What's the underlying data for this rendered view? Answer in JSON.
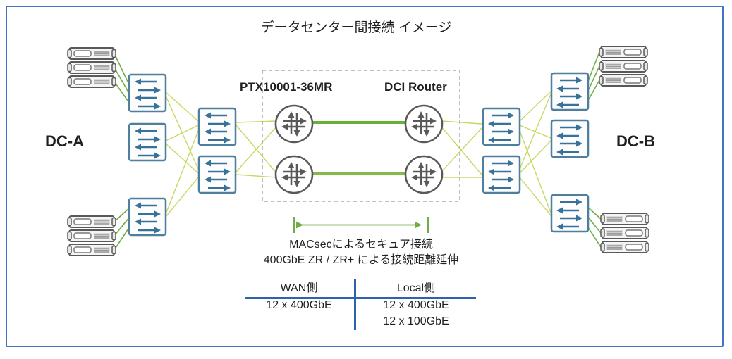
{
  "title": "データセンター間接続 イメージ",
  "diagram": {
    "dc_a_label": "DC-A",
    "dc_b_label": "DC-B",
    "ptx_label": "PTX10001-36MR",
    "dci_label": "DCI Router",
    "macsec_line1": "MACsecによるセキュア接続",
    "macsec_line2": "400GbE ZR / ZR+ による接続距離延伸"
  },
  "table": {
    "wan": {
      "header": "WAN側",
      "rows": [
        "12 x 400GbE"
      ]
    },
    "local": {
      "header": "Local側",
      "rows": [
        "12 x 400GbE",
        "12 x 100GbE"
      ]
    }
  },
  "icons": {
    "switch": "switch-icon",
    "router": "router-icon",
    "server": "rack-server-icon"
  },
  "colors": {
    "frame": "#4472c4",
    "table-line": "#2f62ad",
    "link-green": "#70ad47",
    "fabric": "#cbd763",
    "dci-top": "#68b03a",
    "dci-bottom": "#85ba4a",
    "switch-border": "#4e7f9e",
    "switch-arrow": "#38729b",
    "device-gray": "#595959"
  }
}
